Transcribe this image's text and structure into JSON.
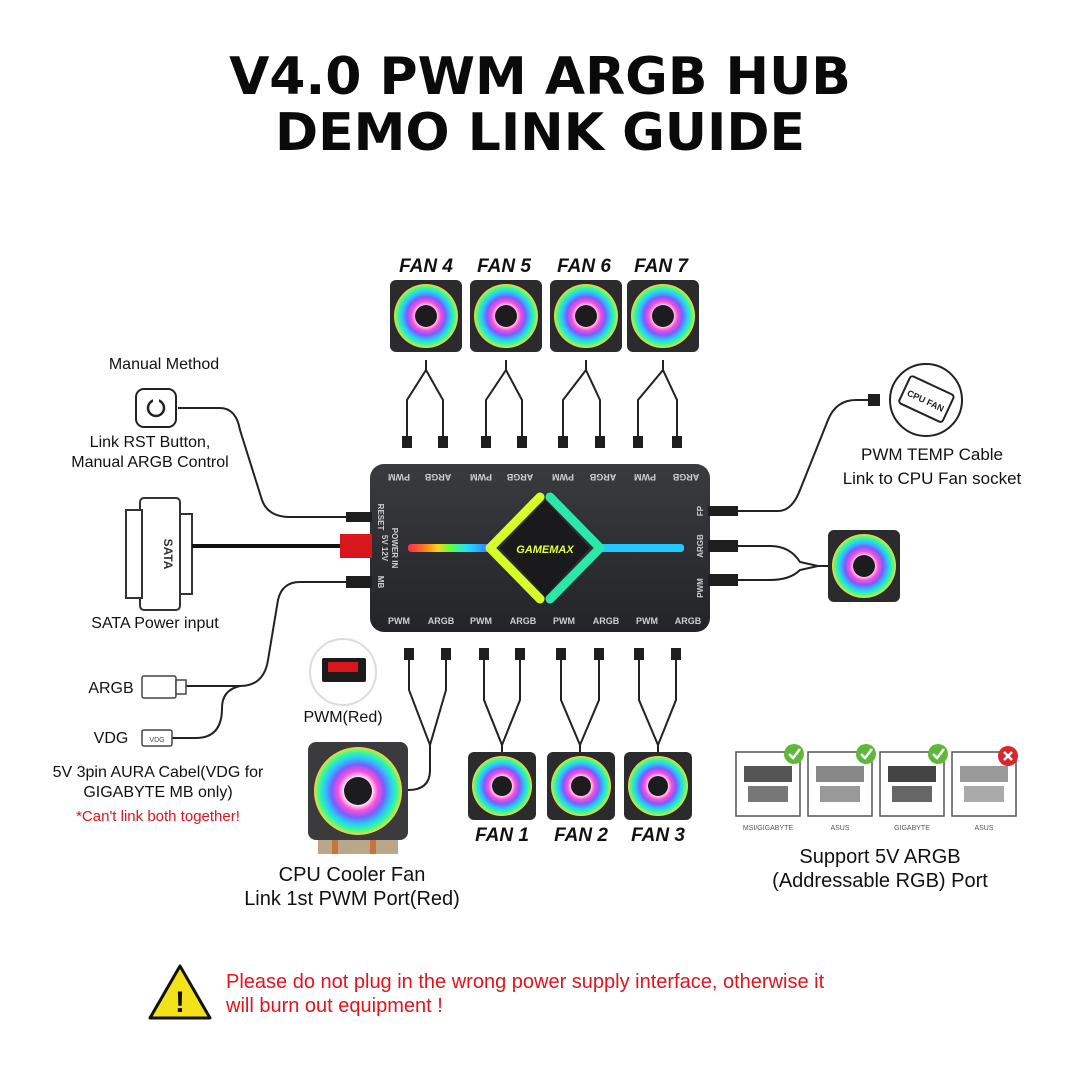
{
  "title": {
    "line1": "V4.0 PWM ARGB HUB",
    "line2": "DEMO LINK GUIDE"
  },
  "fans_top": [
    "FAN 4",
    "FAN 5",
    "FAN 6",
    "FAN 7"
  ],
  "fans_bottom": [
    "FAN 1",
    "FAN 2",
    "FAN 3"
  ],
  "hub": {
    "brand": "GAMEMAX",
    "top_ports": [
      "PWM",
      "ARGB",
      "PWM",
      "ARGB",
      "PWM",
      "ARGB",
      "PWM",
      "ARGB"
    ],
    "bottom_ports": [
      "PWM",
      "ARGB",
      "PWM",
      "ARGB",
      "PWM",
      "ARGB",
      "PWM",
      "ARGB"
    ],
    "left_reset": "RESET",
    "left_power": "POWER IN",
    "left_power_sub": "5V  12V",
    "left_mb": "MB",
    "right_fp": "FP",
    "right_argb": "ARGB",
    "right_pwm": "PWM"
  },
  "left": {
    "manual_method": "Manual Method",
    "rst_line1": "Link RST Button,",
    "rst_line2": "Manual ARGB Control",
    "sata_plug_text": "SATA",
    "sata": "SATA Power input",
    "argb": "ARGB",
    "vdg": "VDG",
    "vdg_plug_text": "VDG",
    "aura_line1": "5V 3pin AURA Cabel(VDG for",
    "aura_line2": "GIGABYTE MB only)",
    "warn_both": "*Can't link both together!"
  },
  "pwm_red": "PWM(Red)",
  "cpu": {
    "line1": "CPU Cooler Fan",
    "line2": "Link 1st PWM Port(Red)"
  },
  "right": {
    "cpu_fan_icon_text": "CPU FAN",
    "pwm_temp_line1": "PWM TEMP Cable",
    "pwm_temp_line2": "Link to CPU Fan socket",
    "support_line1": "Support 5V ARGB",
    "support_line2": "(Addressable RGB) Port",
    "mb_labels": [
      "MSI/GIGABYTE",
      "ASUS",
      "GIGABYTE",
      "ASUS"
    ],
    "mb_status": [
      "ok",
      "ok",
      "ok",
      "no"
    ]
  },
  "warning": {
    "icon_text": "!",
    "line1": "Please do not plug in the wrong power supply interface, otherwise it",
    "line2": "will burn out equipment !"
  },
  "colors": {
    "warning_red": "#e3131b",
    "warning_yellow": "#f2e21a",
    "hub_body": "#2c2d30",
    "check_green": "#5fb83a",
    "cross_red": "#d9262a"
  }
}
